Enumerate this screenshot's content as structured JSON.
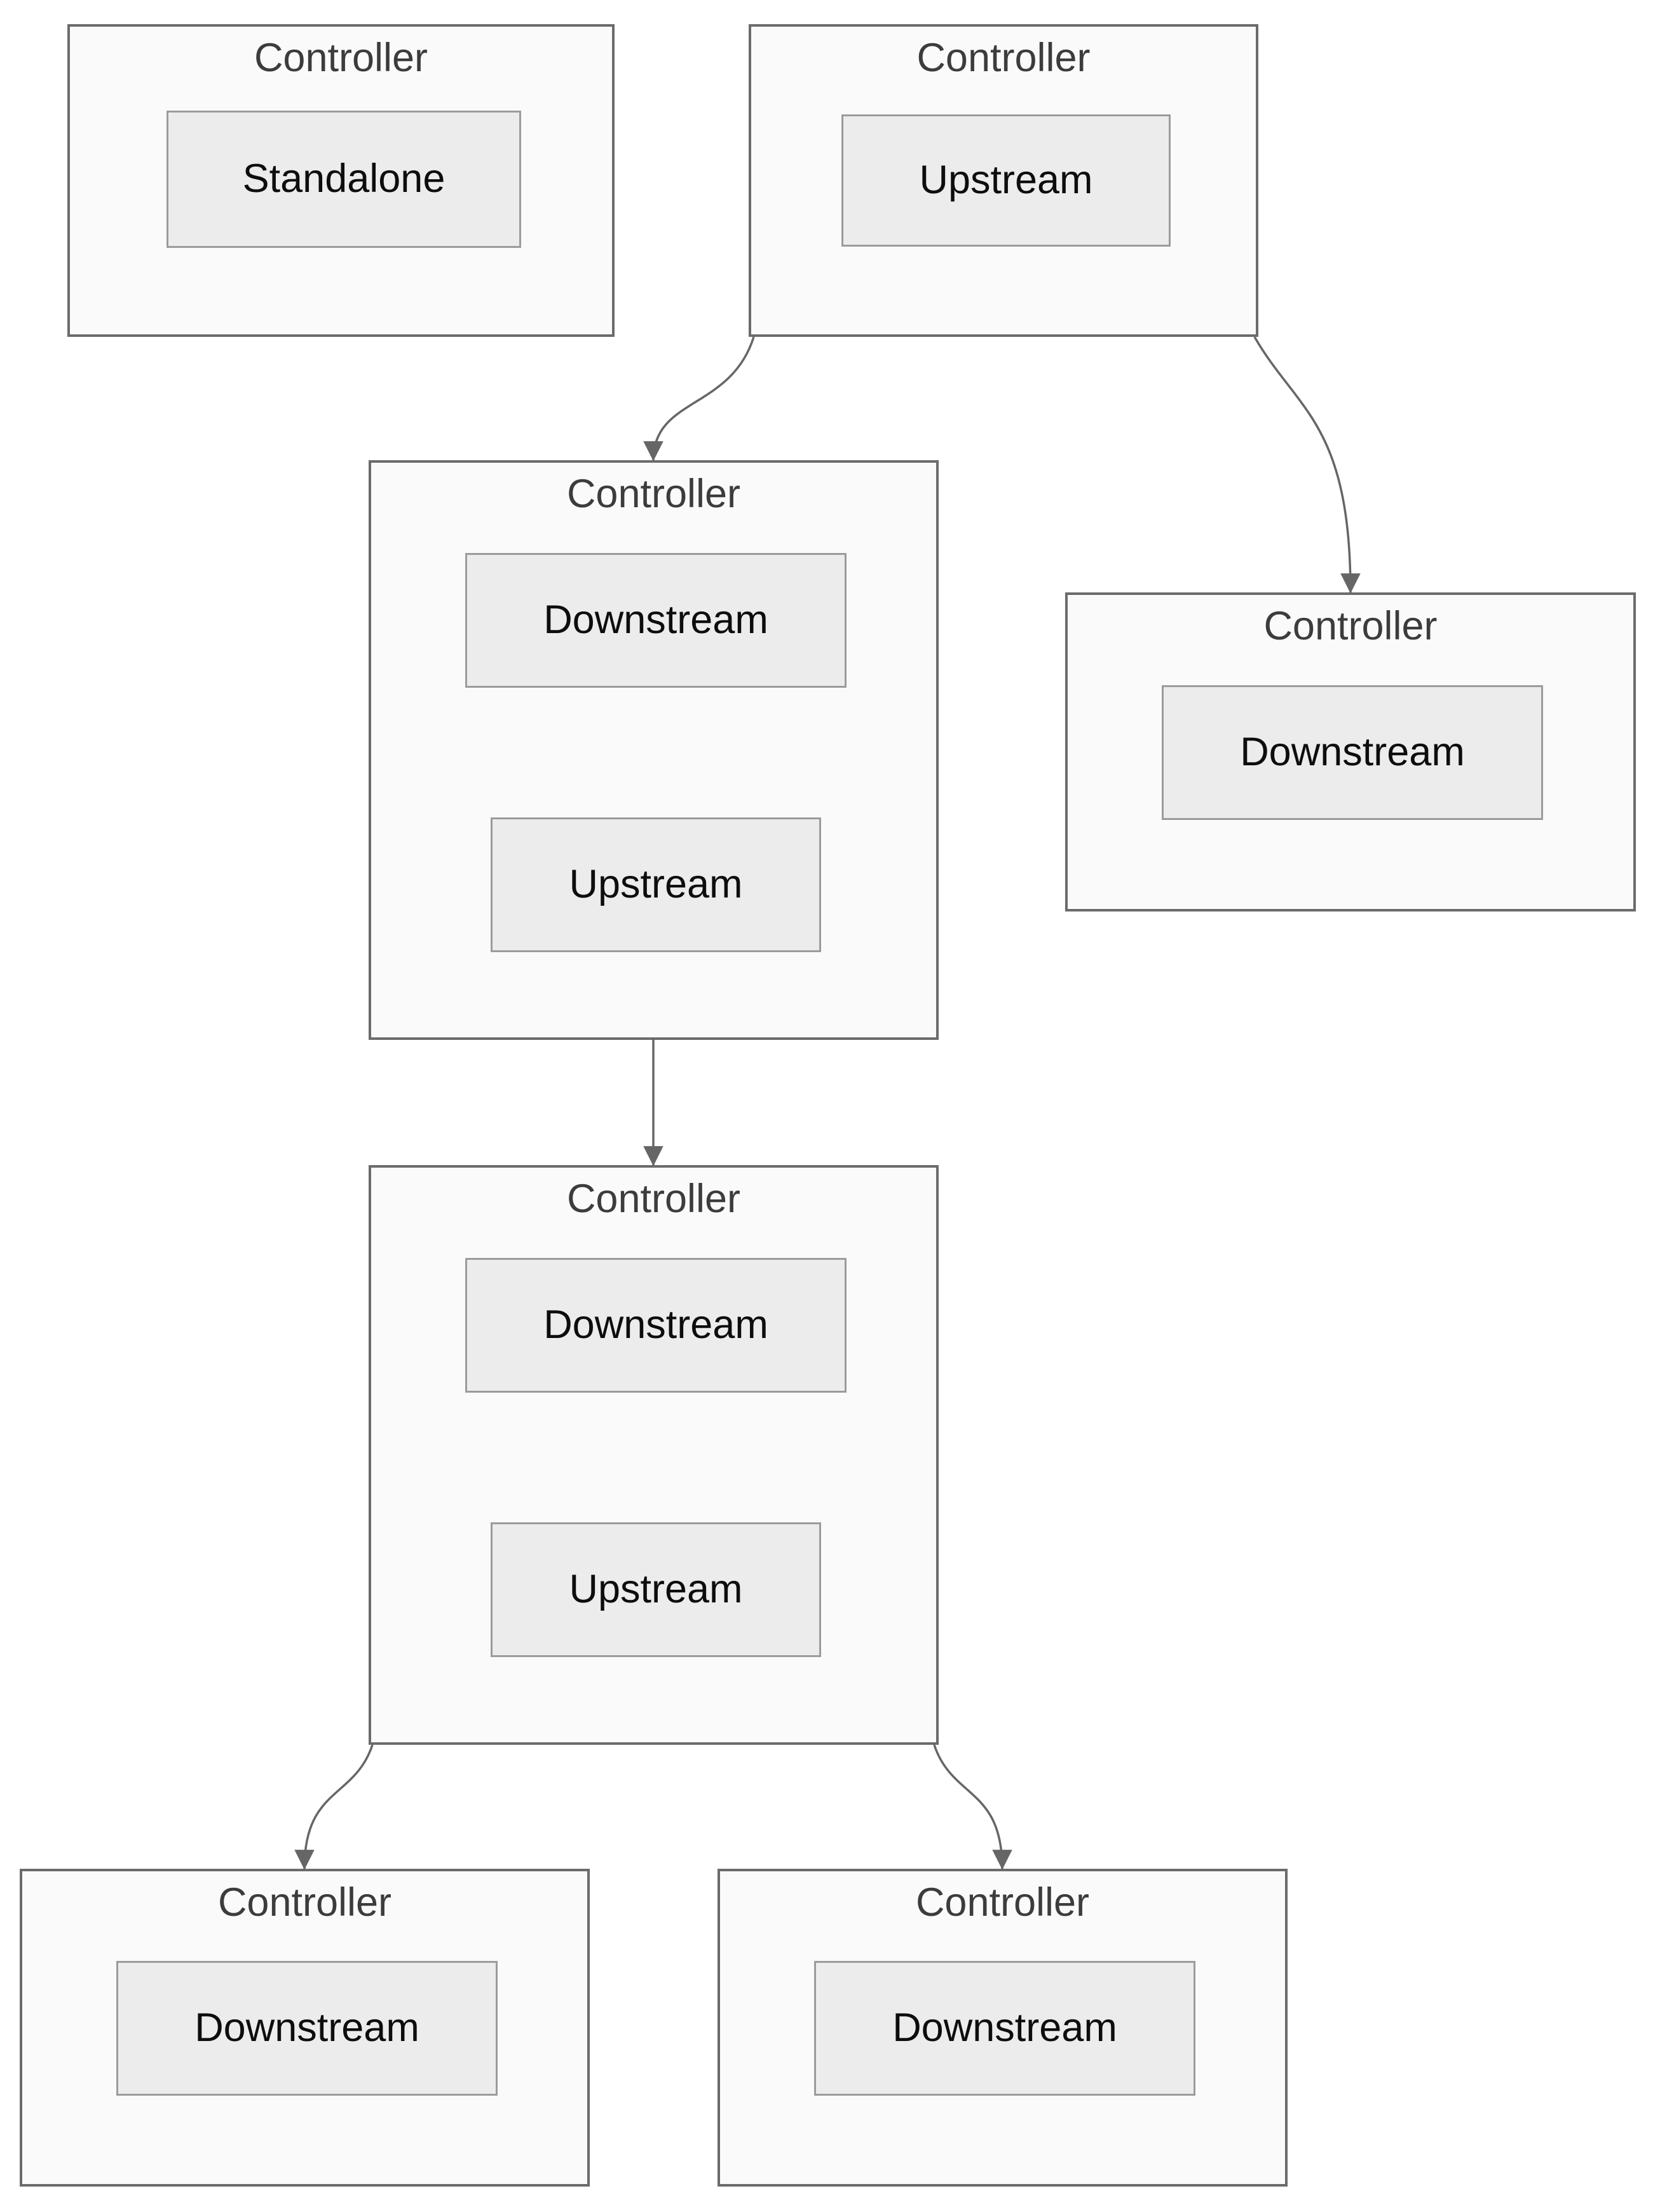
{
  "diagram_type": "flowchart",
  "direction": "top-down",
  "colors": {
    "background": "#ffffff",
    "cluster_fill": "#fafafa",
    "cluster_stroke": "#6b6b6b",
    "node_fill": "#ececec",
    "node_stroke": "#9b9b9b",
    "cluster_title_color": "#3c3c3c",
    "node_label_color": "#0d0d0d",
    "arrow_color": "#666666"
  },
  "clusters": {
    "top_left": {
      "title": "Controller",
      "nodes": [
        {
          "label": "Standalone"
        }
      ]
    },
    "top_right": {
      "title": "Controller",
      "nodes": [
        {
          "label": "Upstream"
        }
      ]
    },
    "middle_upper": {
      "title": "Controller",
      "nodes": [
        {
          "label": "Downstream"
        },
        {
          "label": "Upstream"
        }
      ]
    },
    "right": {
      "title": "Controller",
      "nodes": [
        {
          "label": "Downstream"
        }
      ]
    },
    "middle_lower": {
      "title": "Controller",
      "nodes": [
        {
          "label": "Downstream"
        },
        {
          "label": "Upstream"
        }
      ]
    },
    "bottom_left": {
      "title": "Controller",
      "nodes": [
        {
          "label": "Downstream"
        }
      ]
    },
    "bottom_right": {
      "title": "Controller",
      "nodes": [
        {
          "label": "Downstream"
        }
      ]
    }
  },
  "edges": [
    {
      "from": "top_right",
      "to": "middle_upper"
    },
    {
      "from": "top_right",
      "to": "right"
    },
    {
      "from": "middle_upper",
      "to": "middle_lower"
    },
    {
      "from": "middle_lower",
      "to": "bottom_left"
    },
    {
      "from": "middle_lower",
      "to": "bottom_right"
    }
  ]
}
